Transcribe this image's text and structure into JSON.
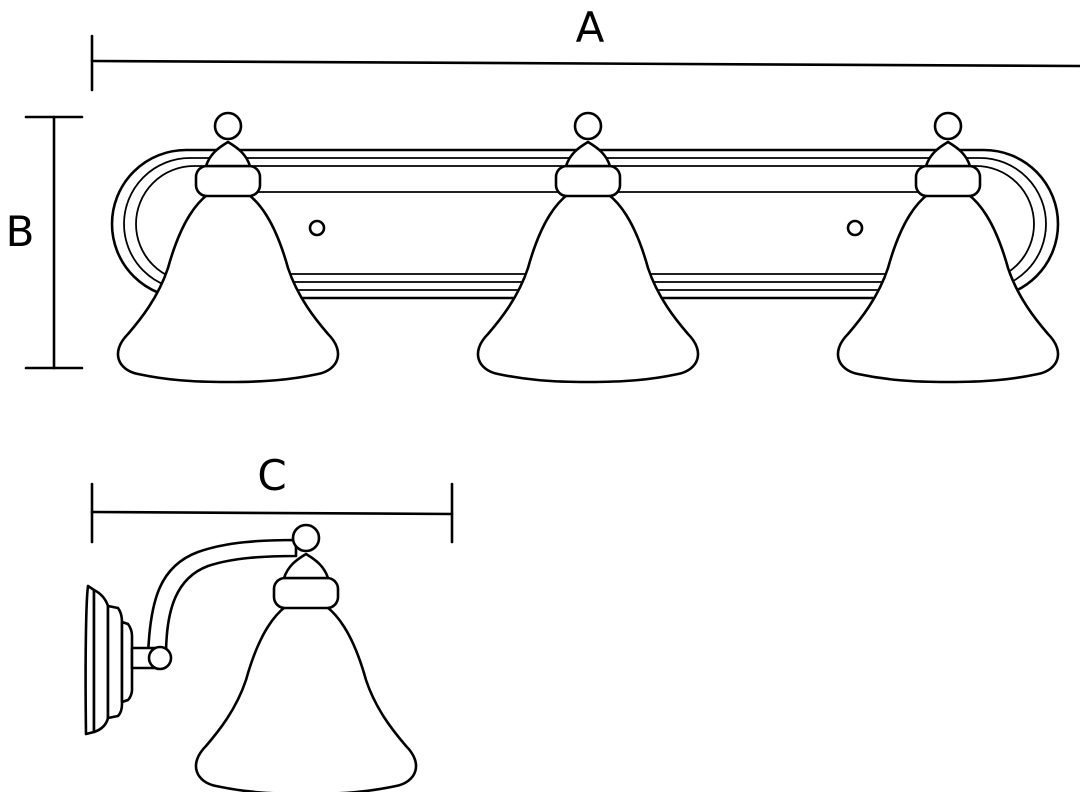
{
  "dimensions": {
    "width_label": "A",
    "height_label": "B",
    "depth_label": "C"
  },
  "colors": {
    "line": "#000000",
    "background": "#ffffff"
  }
}
